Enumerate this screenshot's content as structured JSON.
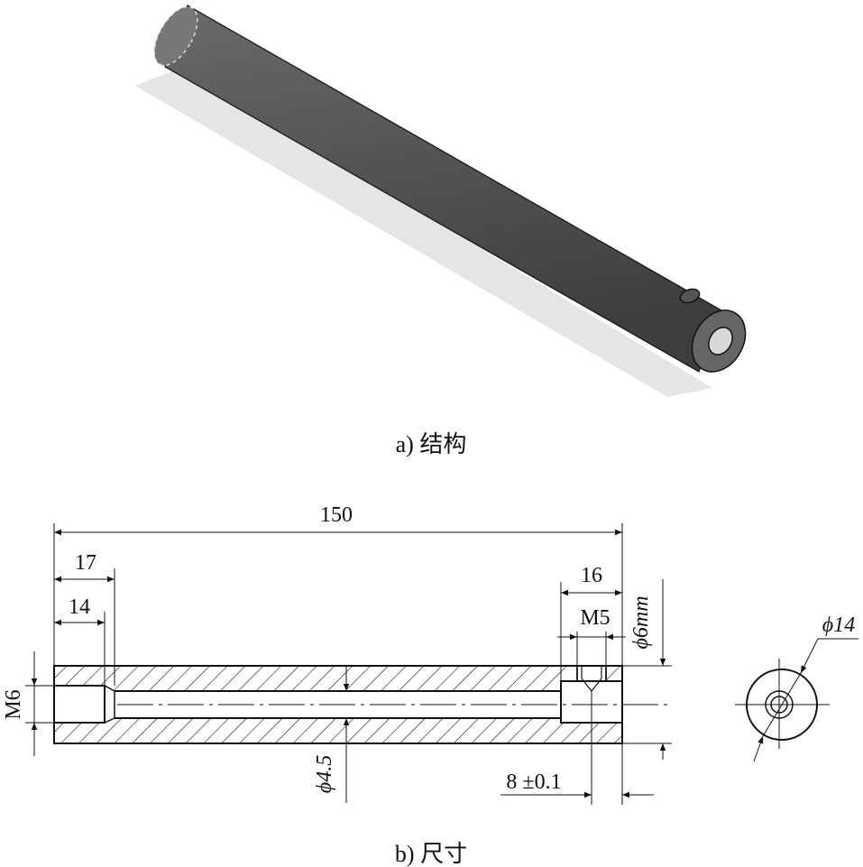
{
  "figure_a": {
    "caption": "a) 结构"
  },
  "figure_b": {
    "caption": "b) 尺寸",
    "dimensions": {
      "overall_length": "150",
      "left_depth_17": "17",
      "left_depth_14": "14",
      "right_depth_16": "16",
      "right_thread": "M5",
      "left_thread": "M6",
      "outer_diameter_6mm": "ϕ6mm",
      "bore_diameter": "ϕ4.5",
      "hole_position": "8 ±0.1",
      "end_view_diameter": "ϕ14"
    }
  }
}
